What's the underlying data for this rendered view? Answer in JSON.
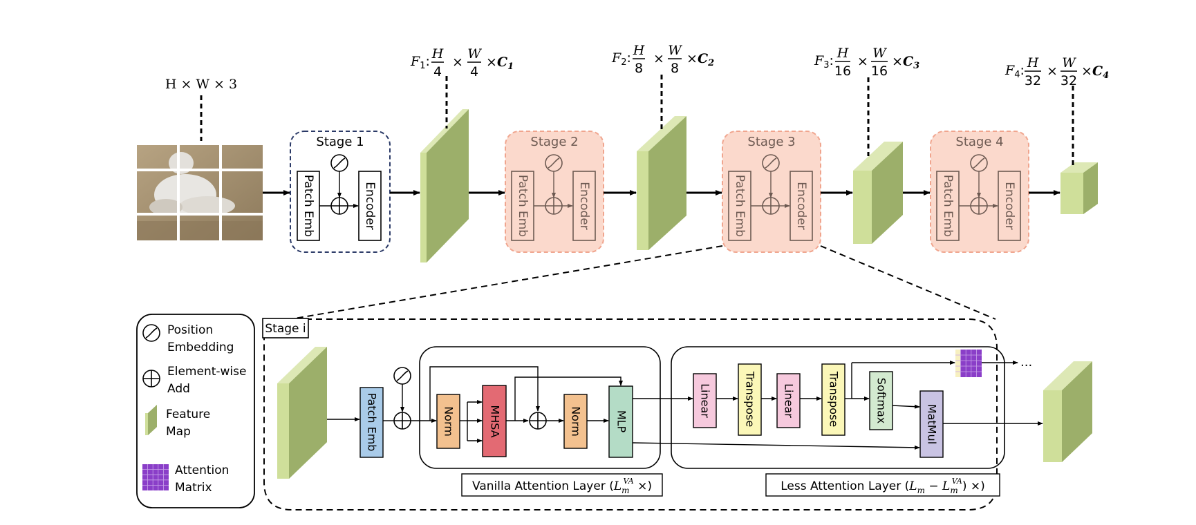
{
  "input": {
    "label": "H × W × 3",
    "image": "cat-photo-split-into-patches"
  },
  "stages": [
    {
      "title": "Stage 1",
      "patch_emb": "Patch Emb",
      "encoder": "Encoder"
    },
    {
      "title": "Stage 2",
      "patch_emb": "Patch Emb",
      "encoder": "Encoder"
    },
    {
      "title": "Stage 3",
      "patch_emb": "Patch Emb",
      "encoder": "Encoder"
    },
    {
      "title": "Stage 4",
      "patch_emb": "Patch Emb",
      "encoder": "Encoder"
    }
  ],
  "features": [
    {
      "name": "F",
      "sub": "1",
      "h": "H",
      "hd": "4",
      "w": "W",
      "wd": "4",
      "c": "C",
      "cs": "1"
    },
    {
      "name": "F",
      "sub": "2",
      "h": "H",
      "hd": "8",
      "w": "W",
      "wd": "8",
      "c": "C",
      "cs": "2"
    },
    {
      "name": "F",
      "sub": "3",
      "h": "H",
      "hd": "16",
      "w": "W",
      "wd": "16",
      "c": "C",
      "cs": "3"
    },
    {
      "name": "F",
      "sub": "4",
      "h": "H",
      "hd": "32",
      "w": "W",
      "wd": "32",
      "c": "C",
      "cs": "4"
    }
  ],
  "legend": {
    "position_embedding": [
      "Position",
      "Embedding"
    ],
    "element_add": [
      "Element-wise",
      "Add"
    ],
    "feature_map": [
      "Feature",
      "Map"
    ],
    "attention_matrix": [
      "Attention",
      "Matrix"
    ]
  },
  "detail": {
    "stage_label": "Stage i",
    "patch_emb": "Patch Emb",
    "vanilla": {
      "norm1": "Norm",
      "mhsa": "MHSA",
      "norm2": "Norm",
      "mlp": "MLP",
      "caption_prefix": "Vanilla Attention Layer (",
      "caption_L": "L",
      "caption_sub": "m",
      "caption_sup": "VA",
      "caption_suffix": " ×)"
    },
    "less": {
      "linear1": "Linear",
      "transpose1": "Transpose",
      "linear2": "Linear",
      "transpose2": "Transpose",
      "softmax": "Softmax",
      "matmul": "MatMul",
      "caption_prefix": "Less Attention Layer (",
      "caption_L1": "L",
      "caption_sub1": "m",
      "caption_minus": " − ",
      "caption_L2": "L",
      "caption_sub2": "m",
      "caption_sup2": "VA",
      "caption_suffix": ") ×)",
      "ellipsis": "..."
    }
  },
  "colors": {
    "stage1_border": "#2b3a67",
    "stage_fill": "#fbd9cc",
    "stage_border": "#f0a58e",
    "feature_front": "#cfdf9a",
    "feature_side": "#9caf6a",
    "patch_emb": "#a9cbe9",
    "norm": "#f3c18f",
    "mhsa": "#e36a73",
    "mlp": "#b4dcc6",
    "linear": "#f6c9dd",
    "transpose": "#fbf7b8",
    "softmax": "#d3ead0",
    "matmul": "#c9c3e3",
    "attention": "#8a3ec8"
  }
}
